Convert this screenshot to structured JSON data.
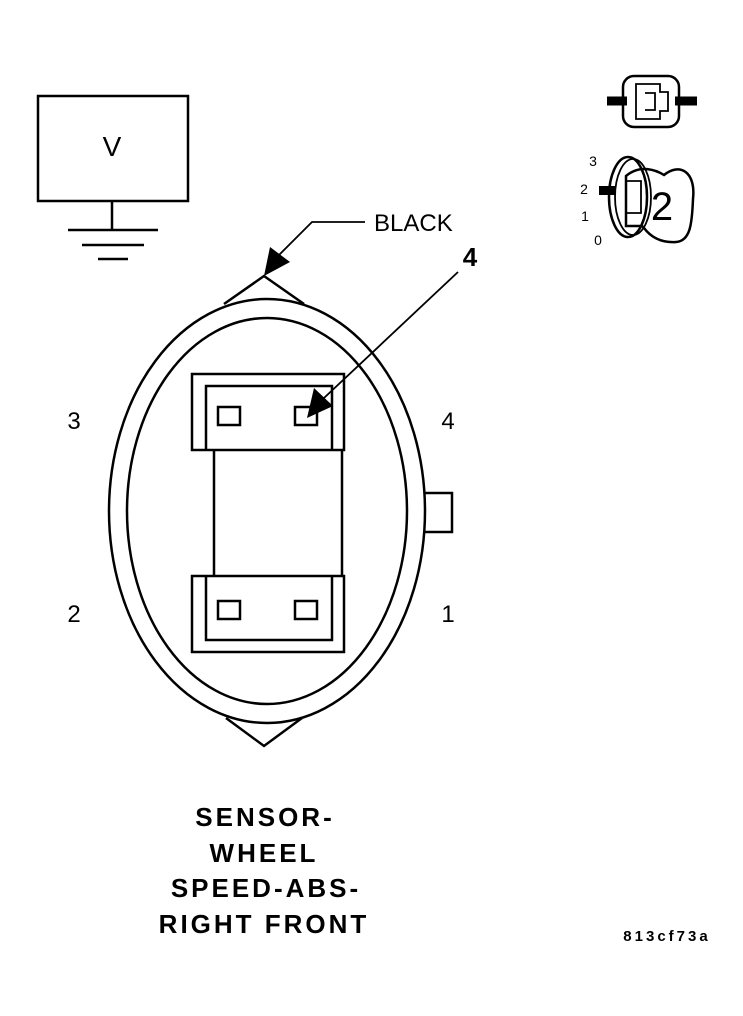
{
  "voltmeter": {
    "symbol": "V"
  },
  "wire_color": "BLACK",
  "callout_number": "4",
  "pins": {
    "p1": "1",
    "p2": "2",
    "p3": "3",
    "p4": "4"
  },
  "view_icon": {
    "positions": [
      "3",
      "2",
      "1",
      "0"
    ],
    "selected": "2"
  },
  "title_lines": [
    "SENSOR-",
    "WHEEL",
    "SPEED-ABS-",
    "RIGHT FRONT"
  ],
  "figure_code": "813cf73a"
}
